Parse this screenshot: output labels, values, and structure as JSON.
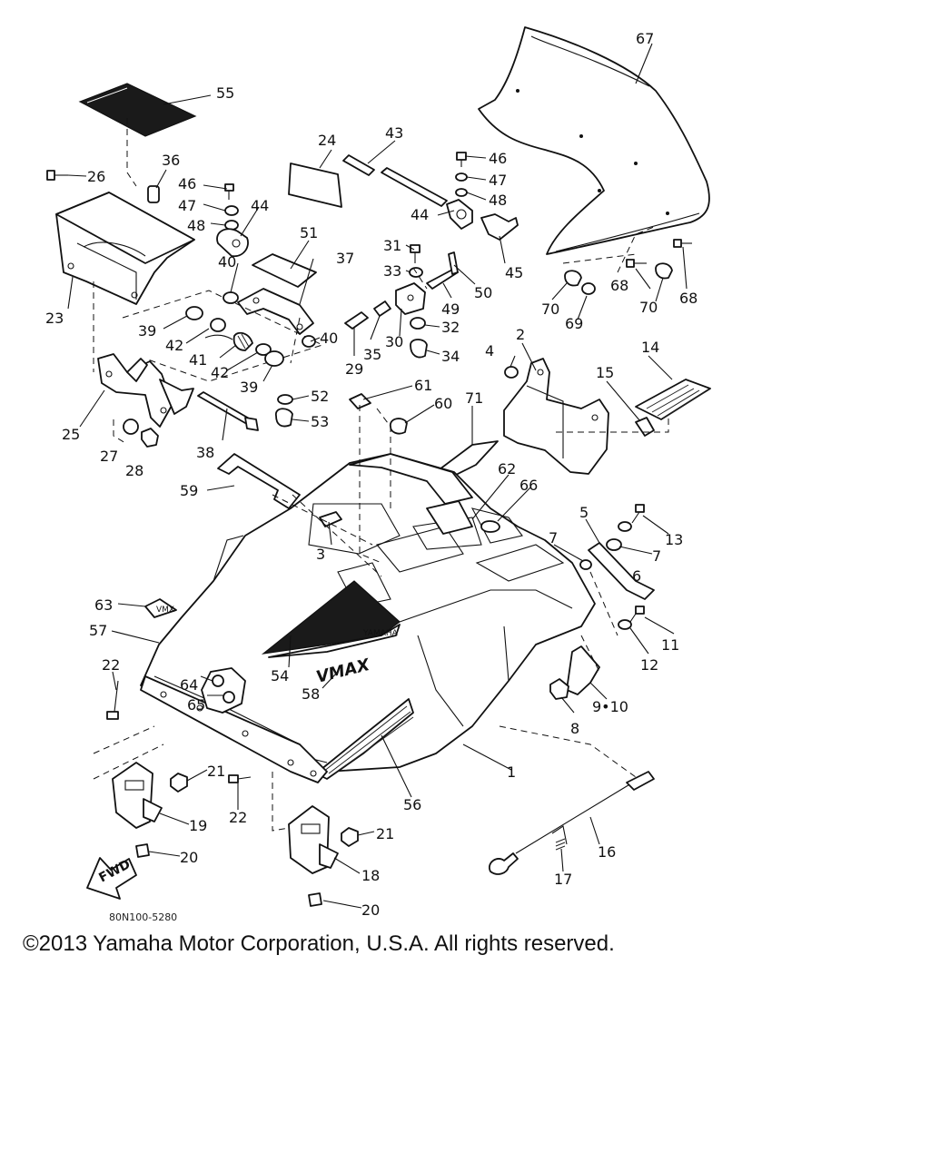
{
  "diagram": {
    "brand_mark": "VMAX",
    "small_decal": "YAMAHA",
    "fwd_label": "FWD",
    "corner_badge": "VMX",
    "callouts": [
      {
        "id": "c1",
        "label": "1"
      },
      {
        "id": "c2",
        "label": "2"
      },
      {
        "id": "c3",
        "label": "3"
      },
      {
        "id": "c4",
        "label": "4"
      },
      {
        "id": "c5",
        "label": "5"
      },
      {
        "id": "c6",
        "label": "6"
      },
      {
        "id": "c7a",
        "label": "7"
      },
      {
        "id": "c7b",
        "label": "7"
      },
      {
        "id": "c8",
        "label": "8"
      },
      {
        "id": "c910",
        "label": "9•10"
      },
      {
        "id": "c11",
        "label": "11"
      },
      {
        "id": "c12",
        "label": "12"
      },
      {
        "id": "c13",
        "label": "13"
      },
      {
        "id": "c14",
        "label": "14"
      },
      {
        "id": "c15",
        "label": "15"
      },
      {
        "id": "c16",
        "label": "16"
      },
      {
        "id": "c17",
        "label": "17"
      },
      {
        "id": "c18",
        "label": "18"
      },
      {
        "id": "c19",
        "label": "19"
      },
      {
        "id": "c20a",
        "label": "20"
      },
      {
        "id": "c20b",
        "label": "20"
      },
      {
        "id": "c21a",
        "label": "21"
      },
      {
        "id": "c21b",
        "label": "21"
      },
      {
        "id": "c22a",
        "label": "22"
      },
      {
        "id": "c22b",
        "label": "22"
      },
      {
        "id": "c23",
        "label": "23"
      },
      {
        "id": "c24",
        "label": "24"
      },
      {
        "id": "c25",
        "label": "25"
      },
      {
        "id": "c26",
        "label": "26"
      },
      {
        "id": "c27",
        "label": "27"
      },
      {
        "id": "c28",
        "label": "28"
      },
      {
        "id": "c29",
        "label": "29"
      },
      {
        "id": "c30",
        "label": "30"
      },
      {
        "id": "c31",
        "label": "31"
      },
      {
        "id": "c32",
        "label": "32"
      },
      {
        "id": "c33",
        "label": "33"
      },
      {
        "id": "c34",
        "label": "34"
      },
      {
        "id": "c35",
        "label": "35"
      },
      {
        "id": "c36",
        "label": "36"
      },
      {
        "id": "c37",
        "label": "37"
      },
      {
        "id": "c38",
        "label": "38"
      },
      {
        "id": "c39a",
        "label": "39"
      },
      {
        "id": "c39b",
        "label": "39"
      },
      {
        "id": "c40a",
        "label": "40"
      },
      {
        "id": "c40b",
        "label": "40"
      },
      {
        "id": "c41",
        "label": "41"
      },
      {
        "id": "c42a",
        "label": "42"
      },
      {
        "id": "c42b",
        "label": "42"
      },
      {
        "id": "c43",
        "label": "43"
      },
      {
        "id": "c44a",
        "label": "44"
      },
      {
        "id": "c44b",
        "label": "44"
      },
      {
        "id": "c45",
        "label": "45"
      },
      {
        "id": "c46a",
        "label": "46"
      },
      {
        "id": "c46b",
        "label": "46"
      },
      {
        "id": "c47a",
        "label": "47"
      },
      {
        "id": "c47b",
        "label": "47"
      },
      {
        "id": "c48a",
        "label": "48"
      },
      {
        "id": "c48b",
        "label": "48"
      },
      {
        "id": "c49",
        "label": "49"
      },
      {
        "id": "c50",
        "label": "50"
      },
      {
        "id": "c51",
        "label": "51"
      },
      {
        "id": "c52",
        "label": "52"
      },
      {
        "id": "c53",
        "label": "53"
      },
      {
        "id": "c54",
        "label": "54"
      },
      {
        "id": "c55",
        "label": "55"
      },
      {
        "id": "c56",
        "label": "56"
      },
      {
        "id": "c57",
        "label": "57"
      },
      {
        "id": "c58",
        "label": "58"
      },
      {
        "id": "c59",
        "label": "59"
      },
      {
        "id": "c60",
        "label": "60"
      },
      {
        "id": "c61",
        "label": "61"
      },
      {
        "id": "c62",
        "label": "62"
      },
      {
        "id": "c63",
        "label": "63"
      },
      {
        "id": "c64",
        "label": "64"
      },
      {
        "id": "c65",
        "label": "65"
      },
      {
        "id": "c66",
        "label": "66"
      },
      {
        "id": "c67",
        "label": "67"
      },
      {
        "id": "c68a",
        "label": "68"
      },
      {
        "id": "c68b",
        "label": "68"
      },
      {
        "id": "c69",
        "label": "69"
      },
      {
        "id": "c70a",
        "label": "70"
      },
      {
        "id": "c70b",
        "label": "70"
      },
      {
        "id": "c71",
        "label": "71"
      }
    ]
  },
  "diagram_code": "80N100-5280",
  "copyright": "©2013 Yamaha Motor Corporation, U.S.A. All rights reserved."
}
